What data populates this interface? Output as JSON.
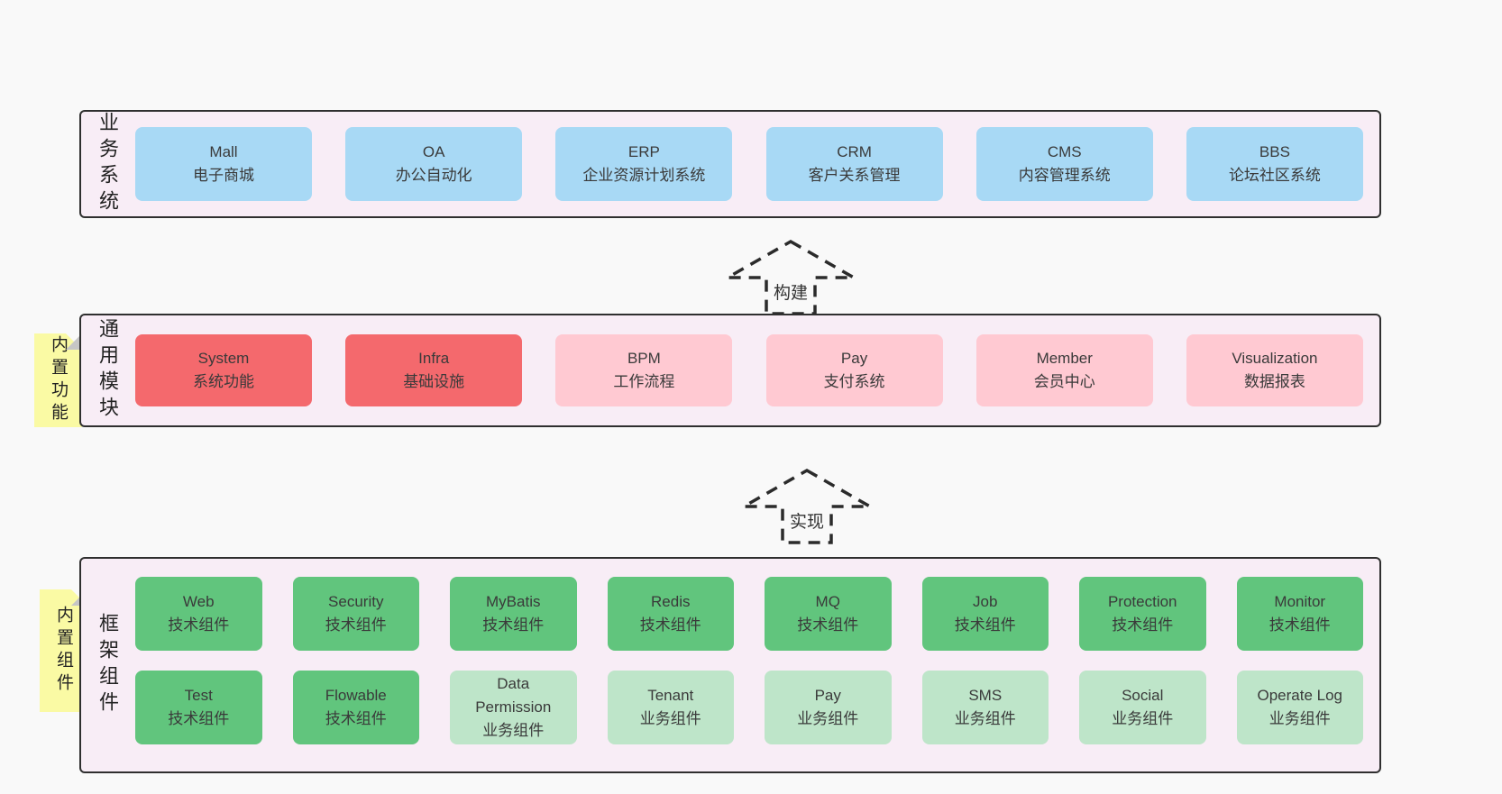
{
  "colors": {
    "page_bg": "#f9f9f9",
    "container_bg": "#f8edf6",
    "container_border": "#2f2f2f",
    "blue_box": "#a8d9f5",
    "red_box": "#f4696d",
    "pink_box": "#ffc9d2",
    "green_box": "#61c57d",
    "light_green_box": "#bee5c9",
    "sticky_yellow": "#fafaa4",
    "sticky_fold": "#c6c6c6"
  },
  "arrows": {
    "build": "构建",
    "implement": "实现"
  },
  "layers": {
    "business": {
      "label": "业务系统",
      "boxes": [
        {
          "name": "Mall",
          "subtitle": "电子商城",
          "variant": "blue"
        },
        {
          "name": "OA",
          "subtitle": "办公自动化",
          "variant": "blue"
        },
        {
          "name": "ERP",
          "subtitle": "企业资源计划系统",
          "variant": "blue"
        },
        {
          "name": "CRM",
          "subtitle": "客户关系管理",
          "variant": "blue"
        },
        {
          "name": "CMS",
          "subtitle": "内容管理系统",
          "variant": "blue"
        },
        {
          "name": "BBS",
          "subtitle": "论坛社区系统",
          "variant": "blue"
        }
      ]
    },
    "modules": {
      "label": "通用模块",
      "sticky": "内置功能",
      "boxes": [
        {
          "name": "System",
          "subtitle": "系统功能",
          "variant": "red"
        },
        {
          "name": "Infra",
          "subtitle": "基础设施",
          "variant": "red"
        },
        {
          "name": "BPM",
          "subtitle": "工作流程",
          "variant": "pink"
        },
        {
          "name": "Pay",
          "subtitle": "支付系统",
          "variant": "pink"
        },
        {
          "name": "Member",
          "subtitle": "会员中心",
          "variant": "pink"
        },
        {
          "name": "Visualization",
          "subtitle": "数据报表",
          "variant": "pink"
        }
      ]
    },
    "framework": {
      "label": "框架组件",
      "sticky": "内置组件",
      "boxes": [
        {
          "name": "Web",
          "subtitle": "技术组件",
          "variant": "green"
        },
        {
          "name": "Security",
          "subtitle": "技术组件",
          "variant": "green"
        },
        {
          "name": "MyBatis",
          "subtitle": "技术组件",
          "variant": "green"
        },
        {
          "name": "Redis",
          "subtitle": "技术组件",
          "variant": "green"
        },
        {
          "name": "MQ",
          "subtitle": "技术组件",
          "variant": "green"
        },
        {
          "name": "Job",
          "subtitle": "技术组件",
          "variant": "green"
        },
        {
          "name": "Protection",
          "subtitle": "技术组件",
          "variant": "green"
        },
        {
          "name": "Monitor",
          "subtitle": "技术组件",
          "variant": "green"
        },
        {
          "name": "Test",
          "subtitle": "技术组件",
          "variant": "green"
        },
        {
          "name": "Flowable",
          "subtitle": "技术组件",
          "variant": "green"
        },
        {
          "name": "Data Permission",
          "subtitle": "业务组件",
          "variant": "green-light"
        },
        {
          "name": "Tenant",
          "subtitle": "业务组件",
          "variant": "green-light"
        },
        {
          "name": "Pay",
          "subtitle": "业务组件",
          "variant": "green-light"
        },
        {
          "name": "SMS",
          "subtitle": "业务组件",
          "variant": "green-light"
        },
        {
          "name": "Social",
          "subtitle": "业务组件",
          "variant": "green-light"
        },
        {
          "name": "Operate Log",
          "subtitle": "业务组件",
          "variant": "green-light"
        }
      ]
    }
  }
}
